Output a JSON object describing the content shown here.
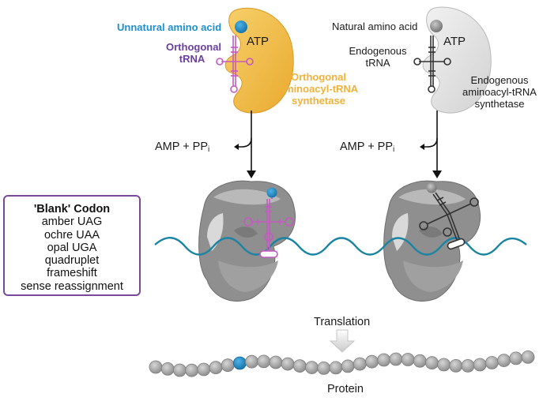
{
  "labels": {
    "unnatural_aa": "Unnatural amino acid",
    "orthogonal_trna_line1": "Orthogonal",
    "orthogonal_trna_line2": "tRNA",
    "atp_left": "ATP",
    "orthogonal_synthetase_line1": "Orthogonal",
    "orthogonal_synthetase_line2": "aminoacyl-tRNA",
    "orthogonal_synthetase_line3": "synthetase",
    "natural_aa": "Natural amino acid",
    "endogenous_trna_line1": "Endogenous",
    "endogenous_trna_line2": "tRNA",
    "atp_right": "ATP",
    "endogenous_synthetase_line1": "Endogenous",
    "endogenous_synthetase_line2": "aminoacyl-tRNA",
    "endogenous_synthetase_line3": "synthetase",
    "amp_pp_left": "AMP + PP",
    "amp_pp_left_sub": "i",
    "amp_pp_right": "AMP + PP",
    "amp_pp_right_sub": "i",
    "translation": "Translation",
    "protein": "Protein"
  },
  "codon_box": {
    "title": "'Blank' Codon",
    "items": [
      "amber UAG",
      "ochre UAA",
      "opal UGA",
      "quadruplet",
      "frameshift",
      "sense reassignment"
    ]
  },
  "colors": {
    "orthogonal_synthetase": "#f3c04c",
    "endogenous_synthetase": "#e6e6e6",
    "unnatural_aa": "#1f8fce",
    "orthogonal_trna": "#c45bbf",
    "mrna": "#1b84a3",
    "ribosome": "#8f8f8f",
    "protein_bead": "#a9a9a9",
    "codon_box_border": "#7a4a9a"
  },
  "protein_chain": {
    "bead_count": 32,
    "unnatural_bead_index": 7
  }
}
